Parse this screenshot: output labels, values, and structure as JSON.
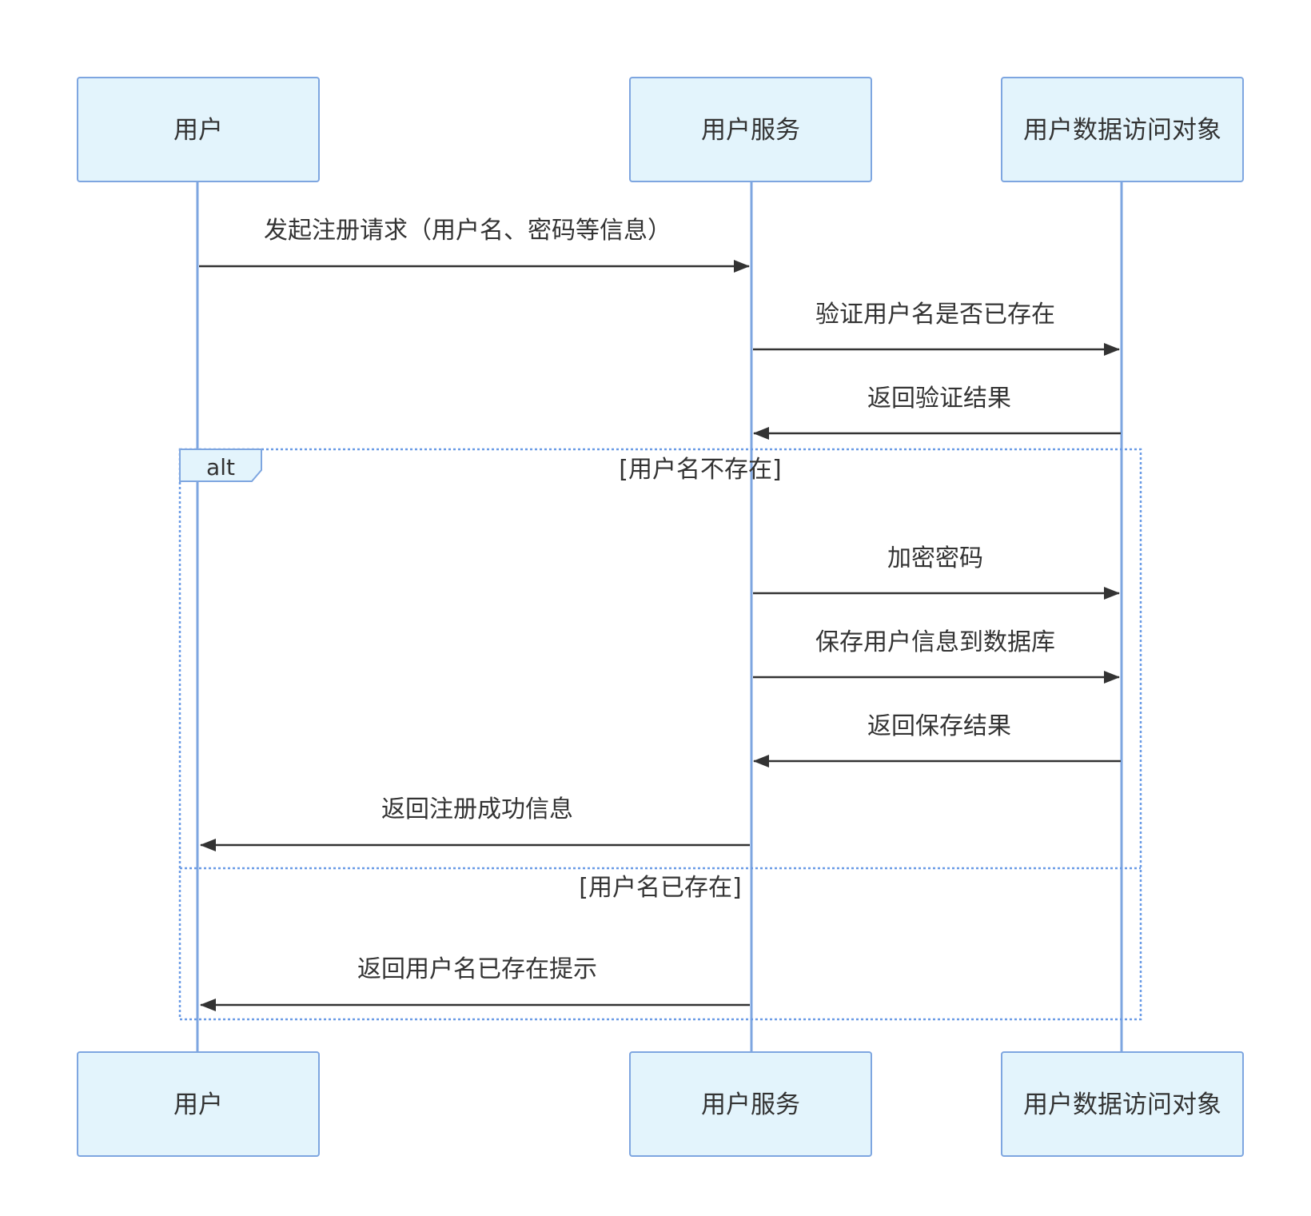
{
  "participants": [
    {
      "id": "user",
      "label": "用户"
    },
    {
      "id": "service",
      "label": "用户服务"
    },
    {
      "id": "dao",
      "label": "用户数据访问对象"
    }
  ],
  "messages": [
    {
      "from": "user",
      "to": "service",
      "text": "发起注册请求（用户名、密码等信息）"
    },
    {
      "from": "service",
      "to": "dao",
      "text": "验证用户名是否已存在"
    },
    {
      "from": "dao",
      "to": "service",
      "text": "返回验证结果"
    },
    {
      "from": "service",
      "to": "dao",
      "text": "加密密码"
    },
    {
      "from": "service",
      "to": "dao",
      "text": "保存用户信息到数据库"
    },
    {
      "from": "dao",
      "to": "service",
      "text": "返回保存结果"
    },
    {
      "from": "service",
      "to": "user",
      "text": "返回注册成功信息"
    },
    {
      "from": "service",
      "to": "user",
      "text": "返回用户名已存在提示"
    }
  ],
  "alt_frame": {
    "label": "alt",
    "conditions": [
      "[用户名不存在]",
      "[用户名已存在]"
    ]
  },
  "colors": {
    "actor_fill": "#e3f4fc",
    "actor_stroke": "#7ea6e0",
    "lifeline": "#7ea6e0",
    "frame": "#6a9be6",
    "arrow": "#333333",
    "text": "#333333"
  }
}
